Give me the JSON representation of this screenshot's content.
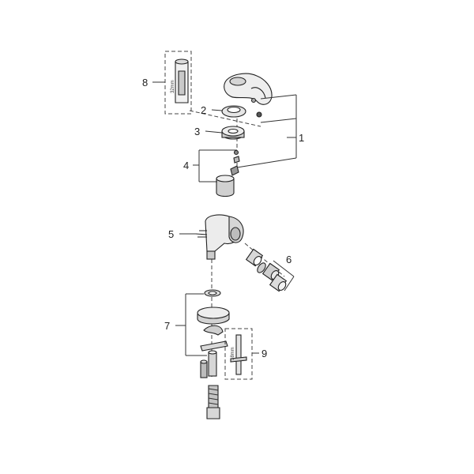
{
  "callouts": {
    "c1": "1",
    "c2": "2",
    "c3": "3",
    "c4": "4",
    "c5": "5",
    "c6": "6",
    "c7": "7",
    "c8": "8",
    "c9": "9"
  },
  "dimensions": {
    "tool_8": "32mm",
    "tool_9": "18mm"
  }
}
